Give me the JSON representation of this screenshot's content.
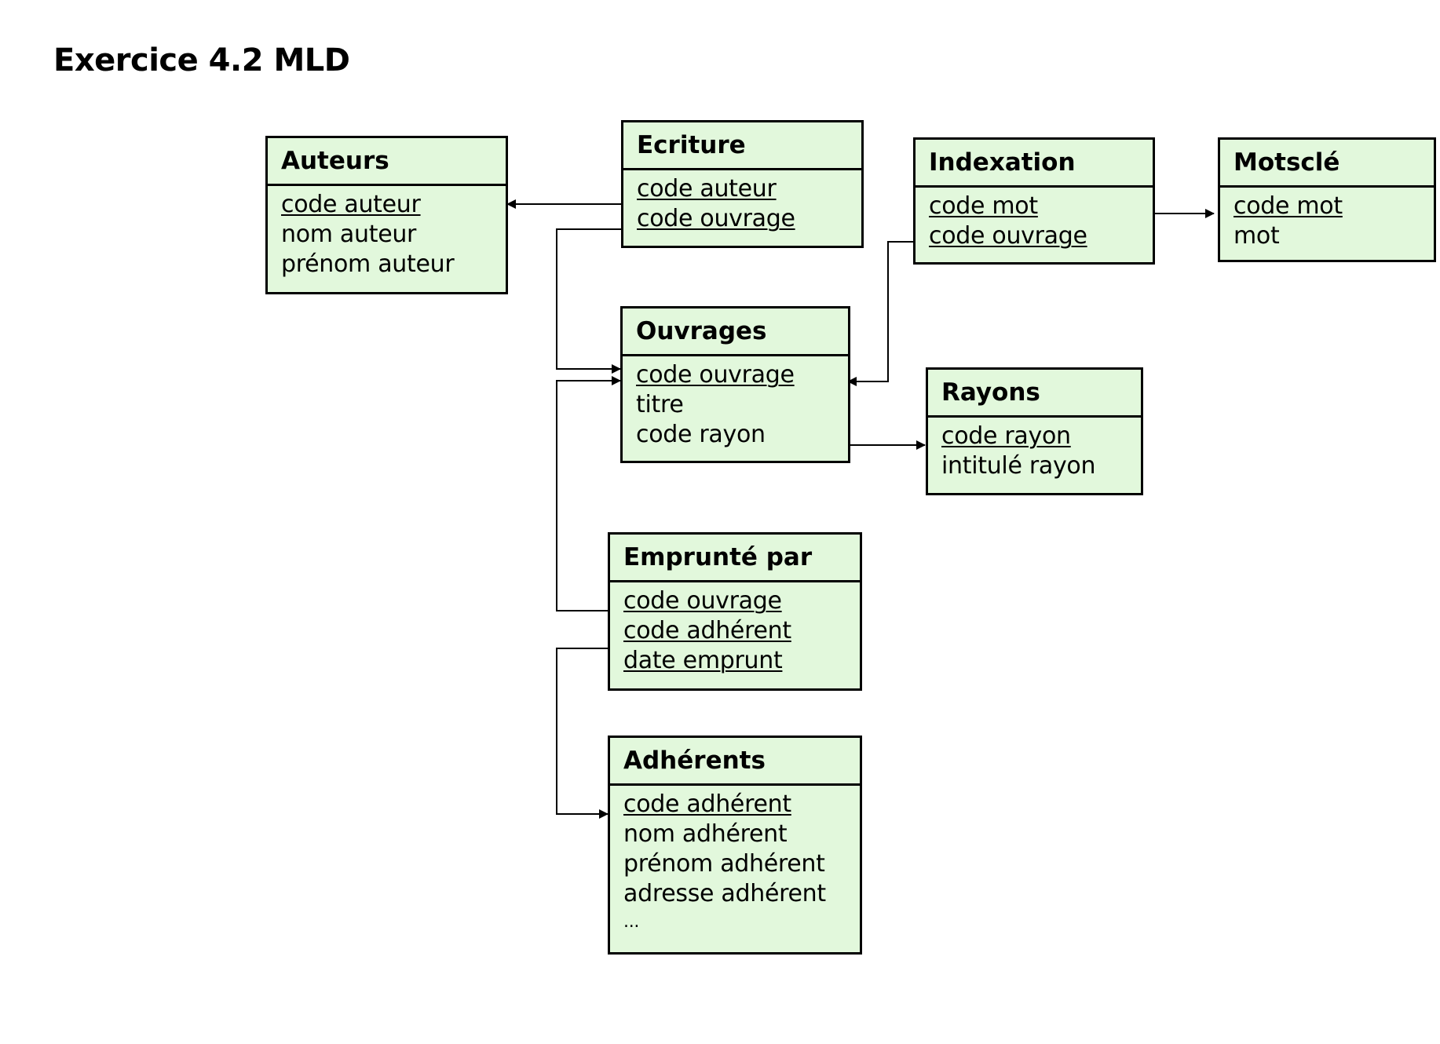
{
  "title": "Exercice 4.2 MLD",
  "colors": {
    "entity_fill": "#e2f8dc",
    "border": "#000000",
    "link": "#000000"
  },
  "entities": {
    "auteurs": {
      "name": "Auteurs",
      "attributes": [
        {
          "text": "code auteur",
          "key": true
        },
        {
          "text": "nom  auteur",
          "key": false
        },
        {
          "text": "prénom  auteur",
          "key": false
        }
      ]
    },
    "ecriture": {
      "name": "Ecriture",
      "attributes": [
        {
          "text": "code auteur",
          "key": true
        },
        {
          "text": "code ouvrage",
          "key": true
        }
      ]
    },
    "indexation": {
      "name": "Indexation",
      "attributes": [
        {
          "text": "code mot",
          "key": true
        },
        {
          "text": "code ouvrage",
          "key": true
        }
      ]
    },
    "motscle": {
      "name": "Motsclé",
      "attributes": [
        {
          "text": "code mot",
          "key": true
        },
        {
          "text": "mot",
          "key": false
        }
      ]
    },
    "ouvrages": {
      "name": "Ouvrages",
      "attributes": [
        {
          "text": "code ouvrage",
          "key": true
        },
        {
          "text": "titre",
          "key": false
        },
        {
          "text": "code rayon",
          "key": false
        }
      ]
    },
    "rayons": {
      "name": "Rayons",
      "attributes": [
        {
          "text": "code rayon",
          "key": true
        },
        {
          "text": "intitulé  rayon",
          "key": false
        }
      ]
    },
    "emprunte": {
      "name": "Emprunté  par",
      "attributes": [
        {
          "text": "code ouvrage",
          "key": true
        },
        {
          "text": "code adhérent",
          "key": true
        },
        {
          "text": "date  emprunt",
          "key": true
        }
      ]
    },
    "adherents": {
      "name": "Adhérents",
      "attributes": [
        {
          "text": "code adhérent",
          "key": true
        },
        {
          "text": "nom  adhérent",
          "key": false
        },
        {
          "text": "prénom  adhérent",
          "key": false
        },
        {
          "text": "adresse adhérent",
          "key": false
        },
        {
          "text": "...",
          "key": false
        }
      ]
    }
  },
  "relationships": [
    {
      "from": "Ecriture.code auteur",
      "to": "Auteurs.code auteur"
    },
    {
      "from": "Ecriture.code ouvrage",
      "to": "Ouvrages.code ouvrage"
    },
    {
      "from": "Indexation.code mot",
      "to": "Motsclé.code mot"
    },
    {
      "from": "Indexation.code ouvrage",
      "to": "Ouvrages.code ouvrage"
    },
    {
      "from": "Ouvrages.code rayon",
      "to": "Rayons.code rayon"
    },
    {
      "from": "Emprunté par.code ouvrage",
      "to": "Ouvrages.code ouvrage"
    },
    {
      "from": "Emprunté par.code adhérent",
      "to": "Adhérents.code adhérent"
    }
  ]
}
